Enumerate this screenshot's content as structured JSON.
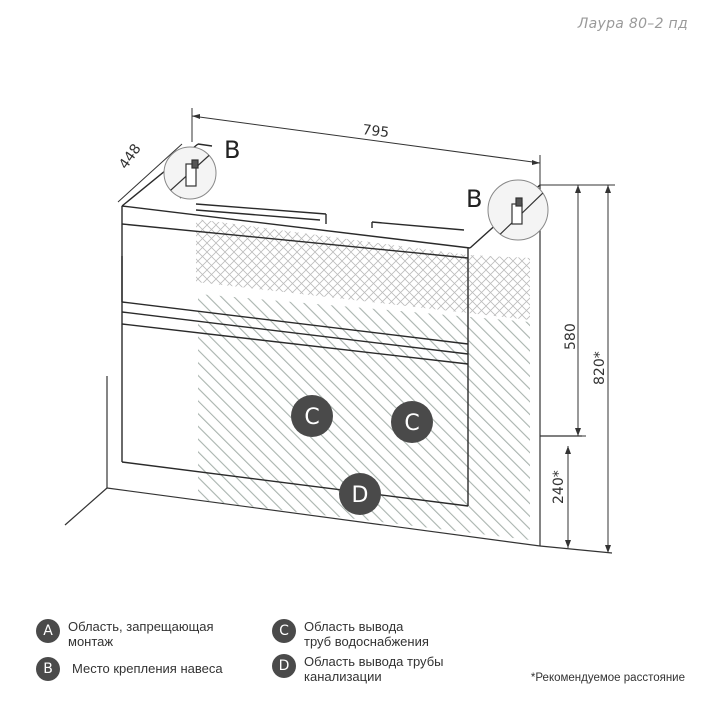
{
  "model_label": "Лаура 80–2 пд",
  "dimensions": {
    "width": "795",
    "depth": "448",
    "height_cabinet": "580",
    "height_total": "820*",
    "height_floor": "240*"
  },
  "markers": {
    "b": "B",
    "c": "C",
    "d": "D"
  },
  "legend": [
    {
      "letter": "A",
      "lines": [
        "Область, запрещающая",
        "монтаж"
      ]
    },
    {
      "letter": "B",
      "lines": [
        "Место крепления навеса"
      ]
    },
    {
      "letter": "C",
      "lines": [
        "Область вывода",
        "труб водоснабжения"
      ]
    },
    {
      "letter": "D",
      "lines": [
        "Область вывода трубы",
        "канализации"
      ]
    }
  ],
  "footnote": "*Рекомендуемое расстояние",
  "colors": {
    "marker_fill": "#4a4a4a",
    "hatch_stroke": "#9aa6a0",
    "line": "#333333"
  }
}
